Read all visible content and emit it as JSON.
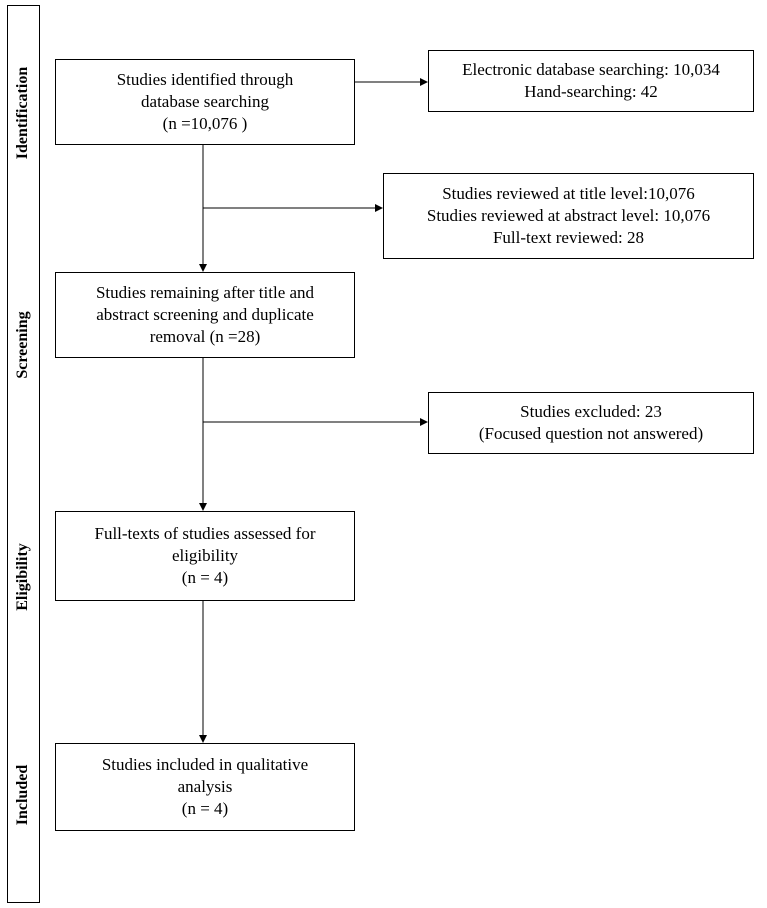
{
  "stages": [
    {
      "id": "identification",
      "label": "Identification"
    },
    {
      "id": "screening",
      "label": "Screening"
    },
    {
      "id": "eligibility",
      "label": "Eligibility"
    },
    {
      "id": "included",
      "label": "Included"
    }
  ],
  "boxes": {
    "identified": {
      "lines": [
        "Studies identified through",
        "database searching",
        "(n =10,076 )"
      ]
    },
    "sources": {
      "lines": [
        "Electronic database searching:  10,034",
        "Hand-searching:  42"
      ]
    },
    "reviewed": {
      "lines": [
        "Studies reviewed at title level:10,076",
        "Studies reviewed  at abstract level:  10,076",
        "Full-text  reviewed:  28"
      ]
    },
    "remaining": {
      "lines": [
        "Studies remaining  after title and",
        "abstract screening and duplicate",
        "removal  (n =28)"
      ]
    },
    "excluded": {
      "lines": [
        "Studies excluded: 23",
        "(Focused question not answered)"
      ]
    },
    "eligibility": {
      "lines": [
        "Full-texts  of studies assessed for",
        "eligibility",
        "(n = 4)"
      ]
    },
    "included": {
      "lines": [
        "Studies included in qualitative",
        "analysis",
        "(n = 4)"
      ]
    }
  }
}
